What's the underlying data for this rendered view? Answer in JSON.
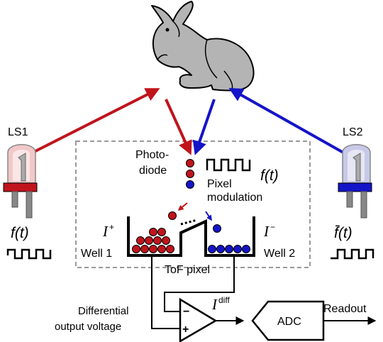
{
  "colors": {
    "red": "#c0141c",
    "blue": "#1414c8",
    "gray_box": "#999999",
    "bunny": "#b4b4b4"
  },
  "light_sources": {
    "left": {
      "label": "LS1",
      "signal": "f(t)",
      "color": "#c0141c"
    },
    "right": {
      "label": "LS2",
      "signal": "f̄(t)",
      "color": "#1414c8"
    }
  },
  "pixel": {
    "photodiode_line1": "Photo-",
    "photodiode_line2": "diode",
    "modulation_line1": "Pixel",
    "modulation_line2": "modulation",
    "modulation_signal": "f(t)",
    "box_label": "ToF pixel",
    "well1_label": "Well 1",
    "well2_label": "Well 2",
    "current_plus": "I",
    "current_plus_sup": "+",
    "current_minus": "I",
    "current_minus_sup": "−"
  },
  "readout_chain": {
    "diff_line1": "Differential",
    "diff_line2": "output voltage",
    "idiff": "I",
    "idiff_sup": "diff",
    "amp_minus": "−",
    "amp_plus": "+",
    "adc_label": "ADC",
    "readout_label": "Readout"
  },
  "icons": [
    "bunny-icon",
    "led-icon",
    "square-wave-icon",
    "amplifier-icon"
  ]
}
